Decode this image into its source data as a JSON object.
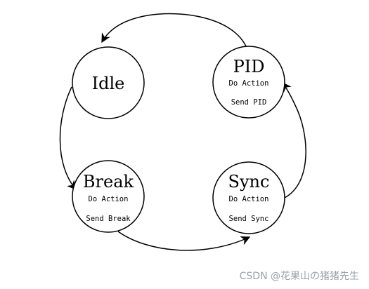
{
  "states": {
    "idle": {
      "name": "Idle"
    },
    "pid": {
      "name": "PID",
      "action": "Do Action",
      "send": "Send PID"
    },
    "brk": {
      "name": "Break",
      "action": "Do Action",
      "send": "Send Break"
    },
    "sync": {
      "name": "Sync",
      "action": "Do Action",
      "send": "Send Sync"
    }
  },
  "watermark": "CSDN @花果山の猪猪先生"
}
